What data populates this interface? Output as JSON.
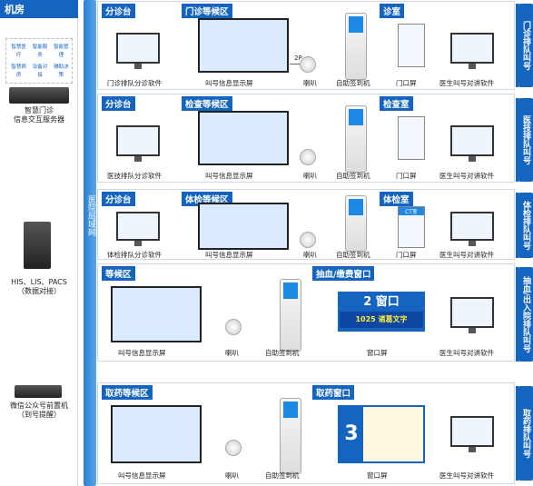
{
  "left": {
    "header": "机房",
    "server_icons": [
      "智慧医疗",
      "智能服务",
      "智能管理",
      "智慧病房",
      "设备对接",
      "辅助决策"
    ],
    "server1_label": "智慧门诊\n信息交互服务器",
    "server2_label": "HIS、LIS、PACS\n（数据对接）",
    "server3_label": "微信公众号前置机\n（到号提醒）"
  },
  "bus_label": "医院局域网",
  "rows": [
    {
      "tab": "门诊排队叫号",
      "sections": [
        "分诊台",
        "门诊等候区",
        "诊室"
      ],
      "captions": [
        "门诊排队分诊软件",
        "叫号信息显示屏",
        "喇叭",
        "自助签到机",
        "门口屏",
        "医生叫号对讲软件"
      ],
      "tag": "2P"
    },
    {
      "tab": "医技排队叫号",
      "sections": [
        "分诊台",
        "检查等候区",
        "检查室"
      ],
      "captions": [
        "医技排队分诊软件",
        "叫号信息显示屏",
        "喇叭",
        "自助签到机",
        "门口屏",
        "医生叫号对讲软件"
      ]
    },
    {
      "tab": "体检排队叫号",
      "sections": [
        "分诊台",
        "体检等候区",
        "体检室"
      ],
      "captions": [
        "体检排队分诊软件",
        "叫号信息显示屏",
        "喇叭",
        "自助签到机",
        "门口屏",
        "医生叫号对讲软件"
      ],
      "door_tag": "CT室"
    },
    {
      "tab": "抽血/出入院排队叫号",
      "sections": [
        "等候区",
        "抽血/缴费窗口"
      ],
      "captions": [
        "叫号信息显示屏",
        "喇叭",
        "自助签到机",
        "窗口屏",
        "医生叫号对讲软件"
      ],
      "window": {
        "line1": "2 窗口",
        "line2": "1025 诸葛文字"
      }
    },
    {
      "tab": "取药排队叫号",
      "sections": [
        "取药等候区",
        "取药窗口"
      ],
      "captions": [
        "叫号信息显示屏",
        "喇叭",
        "自助签到机",
        "窗口屏",
        "医生叫号对讲软件"
      ],
      "window_num": "3"
    }
  ]
}
